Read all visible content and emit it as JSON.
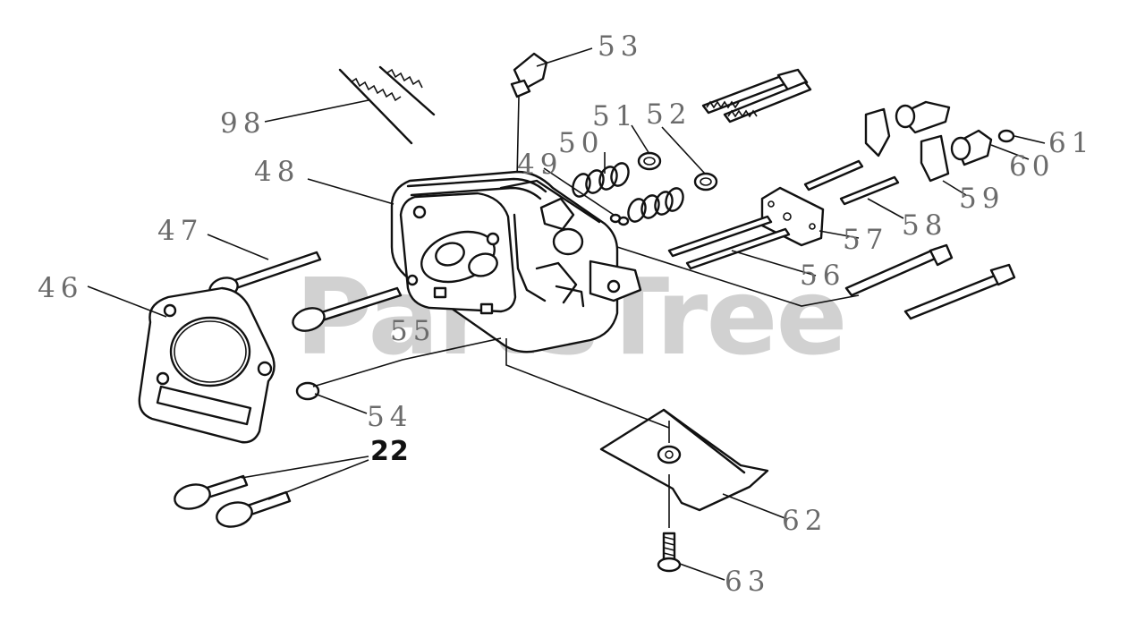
{
  "watermark": "PartsTree",
  "callouts": [
    {
      "id": "c98",
      "text": "98"
    },
    {
      "id": "c53",
      "text": "53"
    },
    {
      "id": "c51",
      "text": "51"
    },
    {
      "id": "c52",
      "text": "52"
    },
    {
      "id": "c50",
      "text": "50"
    },
    {
      "id": "c49",
      "text": "49"
    },
    {
      "id": "c48",
      "text": "48"
    },
    {
      "id": "c47",
      "text": "47"
    },
    {
      "id": "c46",
      "text": "46"
    },
    {
      "id": "c55",
      "text": "55"
    },
    {
      "id": "c54",
      "text": "54"
    },
    {
      "id": "c22",
      "text": "22"
    },
    {
      "id": "c61",
      "text": "61"
    },
    {
      "id": "c60",
      "text": "60"
    },
    {
      "id": "c59",
      "text": "59"
    },
    {
      "id": "c58",
      "text": "58"
    },
    {
      "id": "c57",
      "text": "57"
    },
    {
      "id": "c56",
      "text": "56"
    },
    {
      "id": "c62",
      "text": "62"
    },
    {
      "id": "c63",
      "text": "63"
    }
  ]
}
